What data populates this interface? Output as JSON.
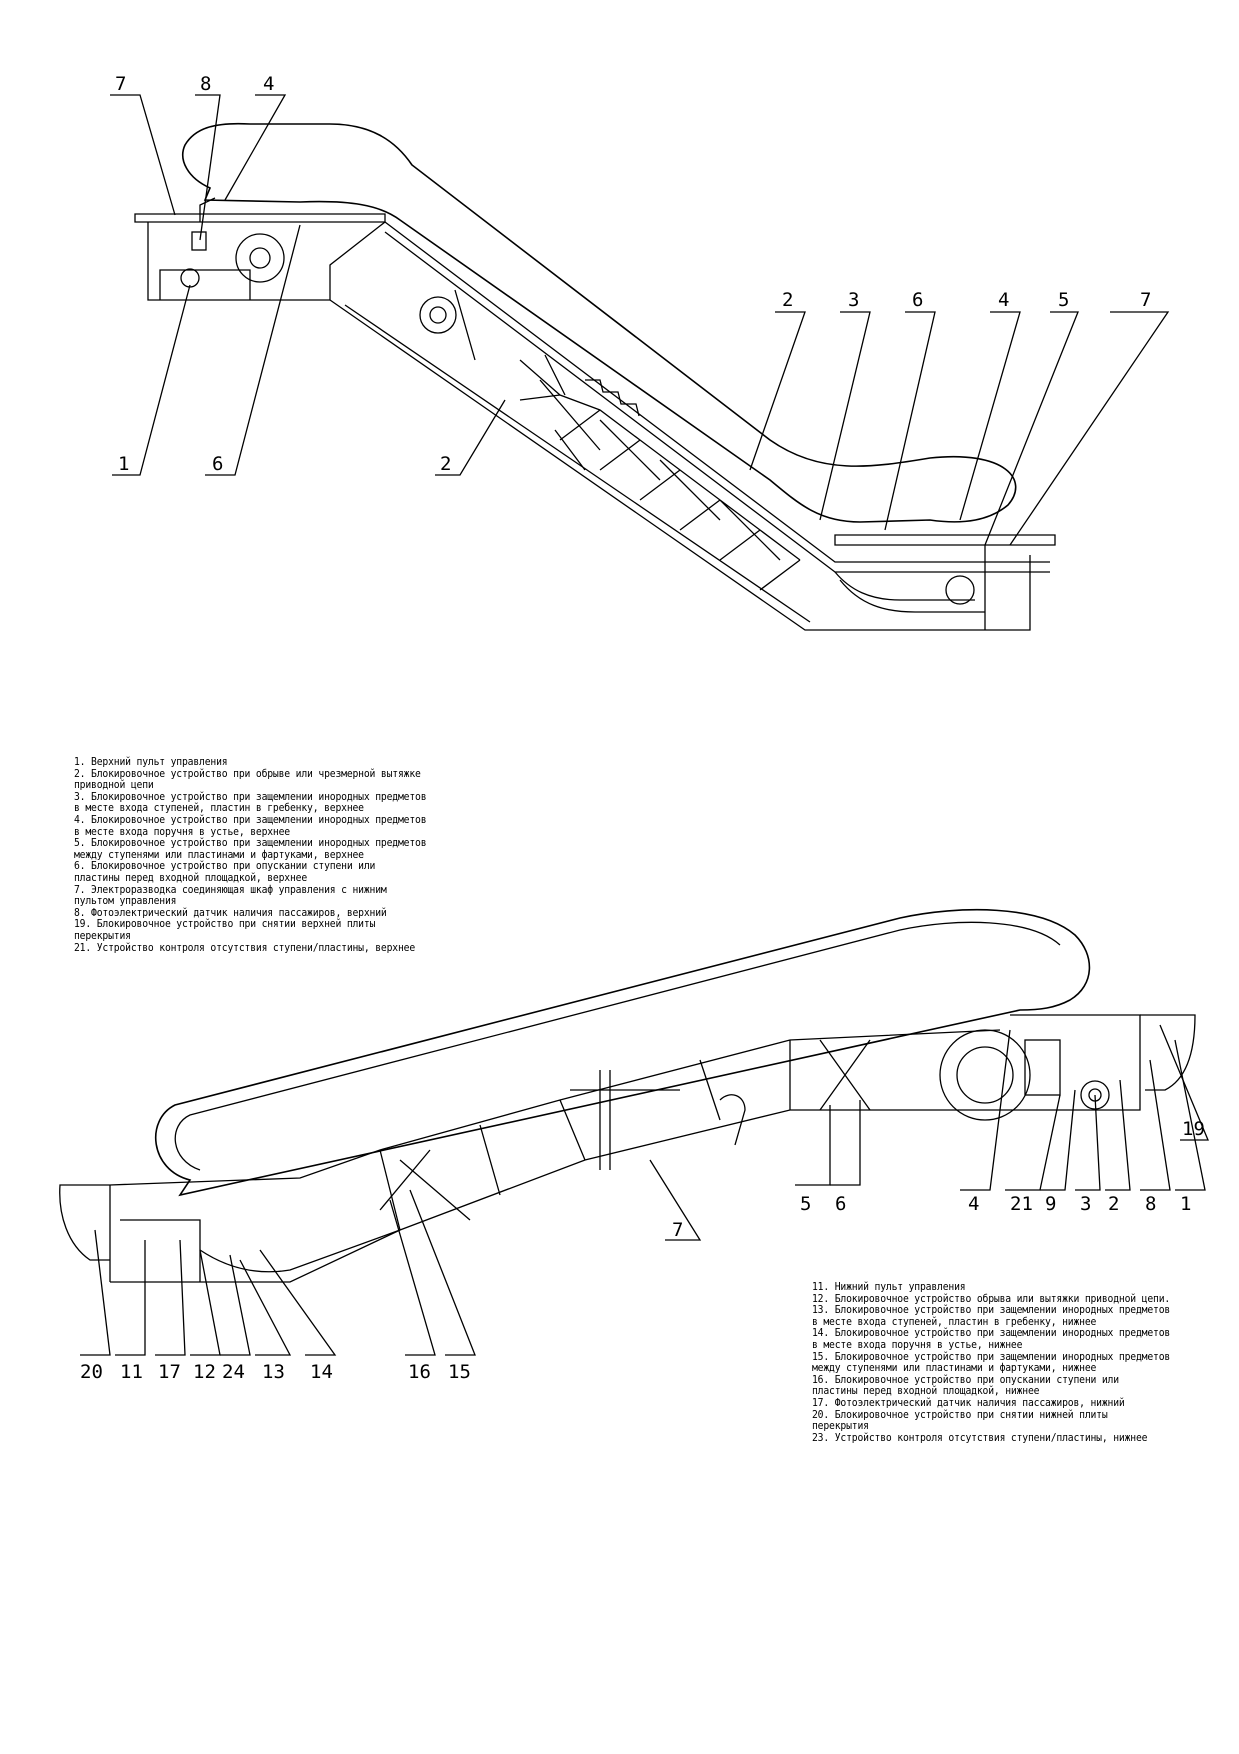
{
  "upper_view": {
    "callouts": [
      "7",
      "8",
      "4",
      "1",
      "6",
      "2",
      "2",
      "3",
      "6",
      "4",
      "5",
      "7"
    ]
  },
  "lower_view": {
    "callouts_top": [
      "5",
      "6",
      "4",
      "21",
      "9",
      "3",
      "2",
      "8",
      "1",
      "19",
      "7"
    ],
    "callouts_bottom": [
      "20",
      "11",
      "17",
      "12",
      "24",
      "13",
      "14",
      "16",
      "15"
    ]
  },
  "legend_upper": [
    "1. Верхний пульт управления",
    "2. Блокировочное устройство при обрыве или чрезмерной вытяжке",
    "приводной цепи",
    "3. Блокировочное устройство при защемлении инородных предметов",
    "в месте входа ступеней, пластин в гребенку, верхнее",
    "4. Блокировочное устройство при защемлении инородных предметов",
    "в месте входа поручня в устье, верхнее",
    "5. Блокировочное устройство при защемлении инородных предметов",
    "между ступенями или пластинами и фартуками, верхнее",
    "6. Блокировочное устройство при опускании ступени или",
    "пластины перед входной площадкой, верхнее",
    "7. Электроразводка соединяющая шкаф управления с нижним",
    "пультом управления",
    "8. Фотоэлектрический датчик наличия пассажиров, верхний",
    "19. Блокировочное устройство при снятии верхней плиты",
    "перекрытия",
    "21. Устройство контроля отсутствия ступени/пластины, верхнее"
  ],
  "legend_lower": [
    "11. Нижний пульт управления",
    "12. Блокировочное устройство обрыва или вытяжки приводной цепи.",
    "13. Блокировочное устройство при защемлении инородных предметов",
    "в месте входа ступеней, пластин в гребенку, нижнее",
    "14. Блокировочное устройство при защемлении инородных предметов",
    "в месте входа поручня в устье, нижнее",
    "15. Блокировочное устройство при защемлении инородных предметов",
    "между ступенями или пластинами и фартуками, нижнее",
    "16. Блокировочное устройство при опускании ступени или",
    "пластины перед входной площадкой, нижнее",
    "17. Фотоэлектрический датчик наличия пассажиров, нижний",
    "20. Блокировочное устройство при снятии нижней плиты",
    "перекрытия",
    "23. Устройство контроля отсутствия ступени/пластины, нижнее"
  ]
}
